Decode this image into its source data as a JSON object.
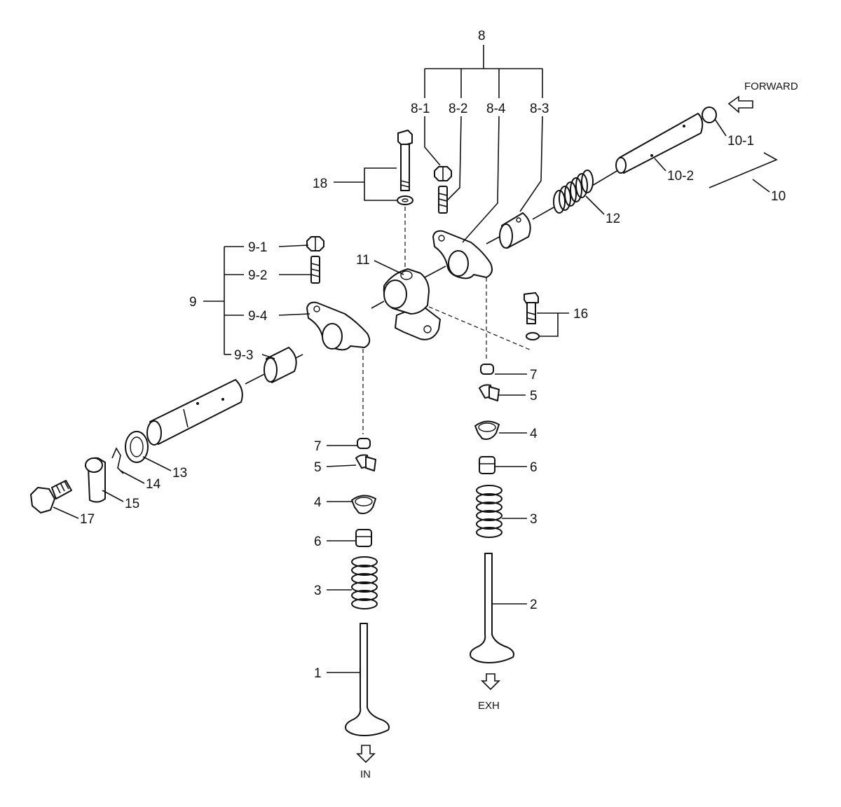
{
  "diagram": {
    "direction_forward": "FORWARD",
    "direction_exhaust": "EXH",
    "direction_intake": "IN",
    "callouts": {
      "c1": "1",
      "c2": "2",
      "c3a": "3",
      "c3b": "3",
      "c4a": "4",
      "c4b": "4",
      "c5a": "5",
      "c5b": "5",
      "c6a": "6",
      "c6b": "6",
      "c7a": "7",
      "c7b": "7",
      "c8": "8",
      "c8_1": "8-1",
      "c8_2": "8-2",
      "c8_3": "8-3",
      "c8_4": "8-4",
      "c9": "9",
      "c9_1": "9-1",
      "c9_2": "9-2",
      "c9_3": "9-3",
      "c9_4": "9-4",
      "c10": "10",
      "c10_1": "10-1",
      "c10_2": "10-2",
      "c11": "11",
      "c12": "12",
      "c13": "13",
      "c14": "14",
      "c15": "15",
      "c16": "16",
      "c17": "17",
      "c18": "18"
    }
  }
}
